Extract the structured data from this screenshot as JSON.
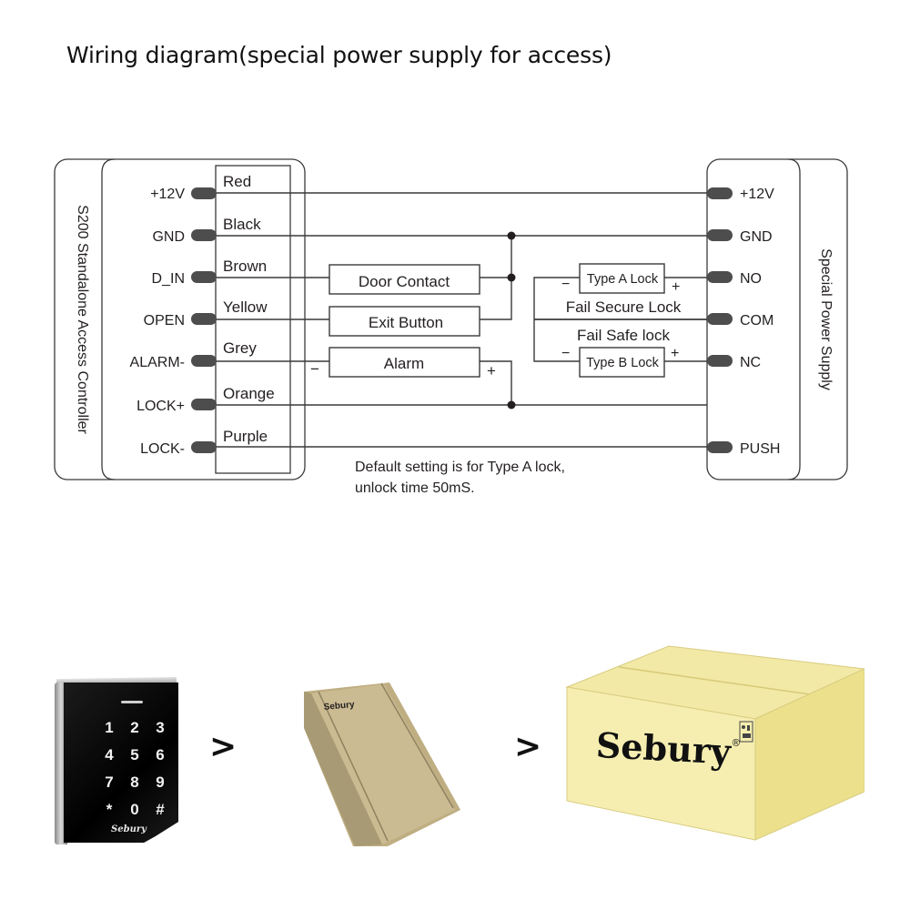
{
  "title": "Wiring diagram(special power supply for access)",
  "controller": {
    "name": "S200 Standalone Access Controller",
    "terminals": [
      {
        "label": "+12V",
        "wire": "Red"
      },
      {
        "label": "GND",
        "wire": "Black"
      },
      {
        "label": "D_IN",
        "wire": "Brown"
      },
      {
        "label": "OPEN",
        "wire": "Yellow"
      },
      {
        "label": "ALARM-",
        "wire": "Grey"
      },
      {
        "label": "LOCK+",
        "wire": "Orange"
      },
      {
        "label": "LOCK-",
        "wire": "Purple"
      }
    ]
  },
  "power_supply": {
    "name": "Special Power Supply",
    "terminals": [
      "+12V",
      "GND",
      "NO",
      "COM",
      "NC",
      "PUSH"
    ]
  },
  "components": {
    "door_contact": "Door Contact",
    "exit_button": "Exit Button",
    "alarm": "Alarm",
    "alarm_minus": "−",
    "alarm_plus": "+",
    "type_a_lock": "Type A Lock",
    "type_b_lock": "Type B Lock",
    "fail_secure": "Fail Secure Lock",
    "fail_safe": "Fail Safe lock",
    "lock_minus": "−",
    "lock_plus": "+"
  },
  "note": {
    "line1": "Default setting is for Type A lock,",
    "line2": "unlock time 50mS."
  },
  "products": {
    "arrow": ">",
    "keypad_keys": [
      "1",
      "2",
      "3",
      "4",
      "5",
      "6",
      "7",
      "8",
      "9",
      "*",
      "0",
      "#"
    ],
    "keypad_brand": "Sebury",
    "kraft_brand": "Sebury",
    "carton_brand": "Sebury",
    "carton_mark": "®"
  },
  "colors": {
    "line": "#3a3a3a",
    "terminal": "#4d4d4d",
    "kraft": "#c9b98e",
    "carton_front": "#f6eeb0",
    "carton_side": "#ece08c",
    "carton_top": "#f3e9a6"
  }
}
